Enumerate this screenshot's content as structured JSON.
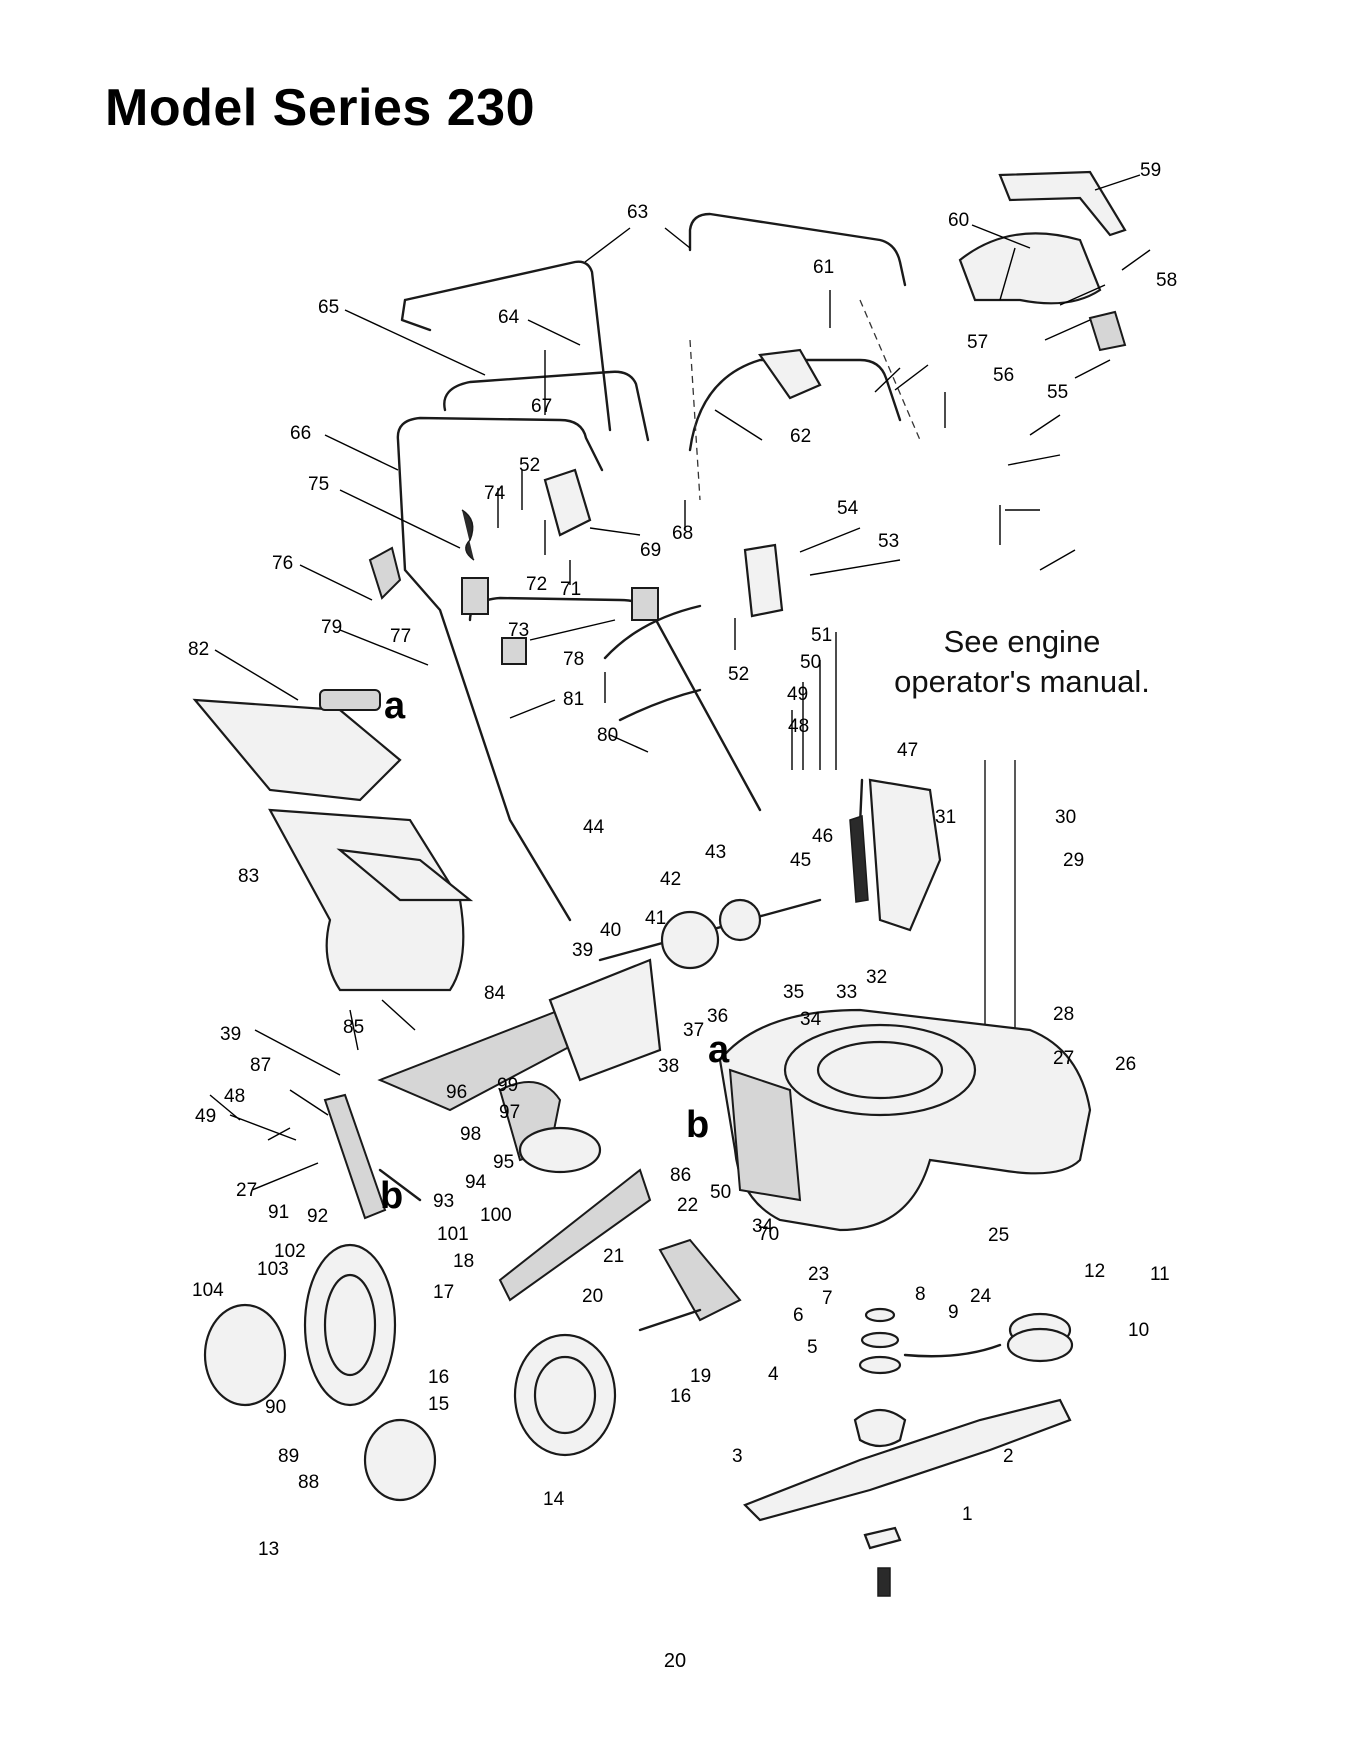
{
  "title": "Model Series 230",
  "note_lines": [
    "See engine",
    "operator's manual."
  ],
  "page_number": "20",
  "callouts": [
    "1",
    "2",
    "3",
    "4",
    "5",
    "6",
    "7",
    "8",
    "9",
    "10",
    "11",
    "12",
    "13",
    "14",
    "15",
    "16",
    "16",
    "17",
    "18",
    "19",
    "20",
    "21",
    "22",
    "23",
    "24",
    "25",
    "26",
    "27",
    "27",
    "28",
    "29",
    "30",
    "31",
    "32",
    "33",
    "34",
    "34",
    "35",
    "36",
    "37",
    "38",
    "39",
    "39",
    "40",
    "41",
    "42",
    "43",
    "44",
    "45",
    "46",
    "47",
    "48",
    "48",
    "49",
    "49",
    "50",
    "50",
    "51",
    "52",
    "52",
    "53",
    "54",
    "55",
    "56",
    "57",
    "58",
    "59",
    "60",
    "61",
    "62",
    "63",
    "64",
    "65",
    "66",
    "67",
    "68",
    "69",
    "70",
    "71",
    "72",
    "73",
    "74",
    "75",
    "76",
    "77",
    "78",
    "79",
    "80",
    "81",
    "82",
    "83",
    "84",
    "85",
    "86",
    "87",
    "88",
    "89",
    "90",
    "91",
    "92",
    "93",
    "94",
    "95",
    "96",
    "97",
    "98",
    "99",
    "100",
    "101",
    "102",
    "103",
    "104"
  ],
  "letters": [
    "a",
    "a",
    "b",
    "b"
  ]
}
